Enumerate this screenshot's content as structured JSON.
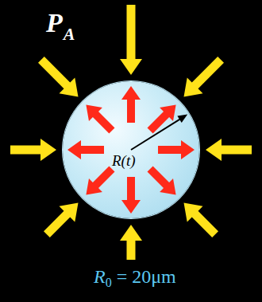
{
  "diagram": {
    "nodes": [
      {
        "text": [
          "R(t)"
        ]
      }
    ],
    "labels": [
      "P",
      "A",
      "R",
      "0",
      "= 20μm"
    ]
  }
}
